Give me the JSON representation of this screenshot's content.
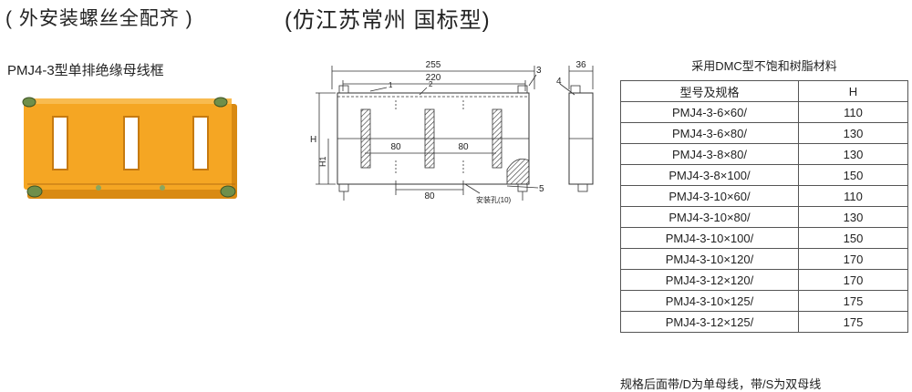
{
  "headings": {
    "left": "( 外安装螺丝全配齐 )",
    "right": "(仿江苏常州  国标型)"
  },
  "product": {
    "model_name": "PMJ4-3型单排绝缘母线框"
  },
  "drawing": {
    "dim_255": "255",
    "dim_220": "220",
    "dim_36": "36",
    "dim_80_a": "80",
    "dim_80_b": "80",
    "dim_80_c": "80",
    "label_H": "H",
    "label_H1": "H1",
    "part_1": "1",
    "part_2": "2",
    "part_3": "3",
    "part_4": "4",
    "part_5": "5",
    "mount_hole": "安装孔(10)"
  },
  "table": {
    "title": "采用DMC型不饱和树脂材料",
    "headers": [
      "型号及规格",
      "H"
    ],
    "rows": [
      [
        "PMJ4-3-6×60/",
        "110"
      ],
      [
        "PMJ4-3-6×80/",
        "130"
      ],
      [
        "PMJ4-3-8×80/",
        "130"
      ],
      [
        "PMJ4-3-8×100/",
        "150"
      ],
      [
        "PMJ4-3-10×60/",
        "110"
      ],
      [
        "PMJ4-3-10×80/",
        "130"
      ],
      [
        "PMJ4-3-10×100/",
        "150"
      ],
      [
        "PMJ4-3-10×120/",
        "170"
      ],
      [
        "PMJ4-3-12×120/",
        "170"
      ],
      [
        "PMJ4-3-10×125/",
        "175"
      ],
      [
        "PMJ4-3-12×125/",
        "175"
      ]
    ]
  },
  "note": "规格后面带/D为单母线，带/S为双母线",
  "colors": {
    "insulator_orange": "#f5a623",
    "insulator_dark": "#d98a12",
    "bolt_green": "#6f8f4a"
  }
}
